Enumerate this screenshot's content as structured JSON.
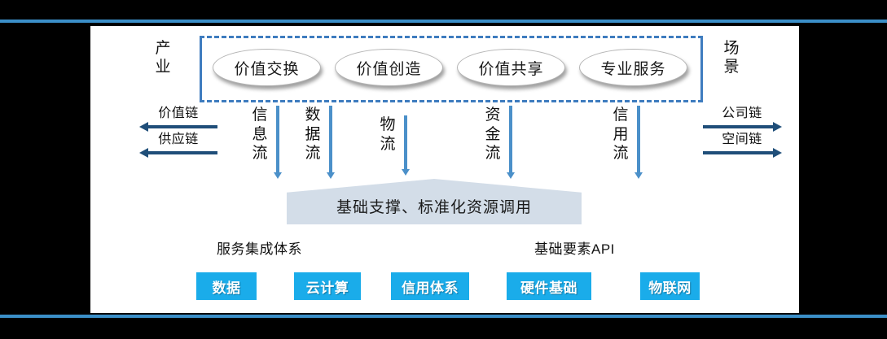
{
  "slide": {
    "accent_rule_color": "#3b8fc8",
    "panel_background": "#ffffff",
    "background": "#000000"
  },
  "industry_band": {
    "left_label": "产业",
    "right_label": "场景",
    "border_color": "#3e7cbf",
    "nodes": [
      {
        "label": "价值交换"
      },
      {
        "label": "价值创造"
      },
      {
        "label": "价值共享"
      },
      {
        "label": "专业服务"
      }
    ]
  },
  "chains": {
    "arrow_color": "#1f4e79",
    "left": [
      {
        "label": "价值链",
        "direction": "left"
      },
      {
        "label": "供应链",
        "direction": "left"
      }
    ],
    "right": [
      {
        "label": "公司链",
        "direction": "right"
      },
      {
        "label": "空间链",
        "direction": "right"
      }
    ]
  },
  "flows": {
    "arrow_color": "#4b90c9",
    "items": [
      {
        "label": "信息流"
      },
      {
        "label": "数据流"
      },
      {
        "label": "物流"
      },
      {
        "label": "资金流"
      },
      {
        "label": "信用流"
      }
    ]
  },
  "banner": {
    "label": "基础支撑、标准化资源调用",
    "fill": "#d3dde8"
  },
  "groups": [
    {
      "caption": "服务集成体系"
    },
    {
      "caption": "基础要素API"
    }
  ],
  "chips": {
    "fill": "#1aacea",
    "items": [
      {
        "label": "数据"
      },
      {
        "label": "云计算"
      },
      {
        "label": "信用体系"
      },
      {
        "label": "硬件基础"
      },
      {
        "label": "物联网"
      }
    ]
  }
}
